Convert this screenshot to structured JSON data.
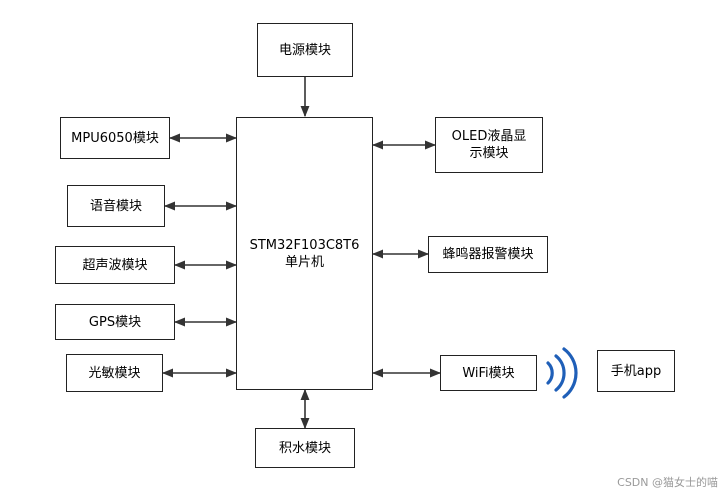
{
  "blocks": {
    "power": "电源模块",
    "mpu": "MPU6050模块",
    "voice": "语音模块",
    "ultrasonic": "超声波模块",
    "gps": "GPS模块",
    "light": "光敏模块",
    "mcu_line1": "STM32F103C8T6",
    "mcu_line2": "单片机",
    "oled_line1": "OLED液晶显",
    "oled_line2": "示模块",
    "buzzer": "蜂鸣器报警模块",
    "wifi": "WiFi模块",
    "phone": "手机app",
    "water": "积水模块"
  },
  "watermark": "CSDN @猫女士的喵",
  "colors": {
    "line": "#333333",
    "wireless": "#1f5fb8"
  }
}
